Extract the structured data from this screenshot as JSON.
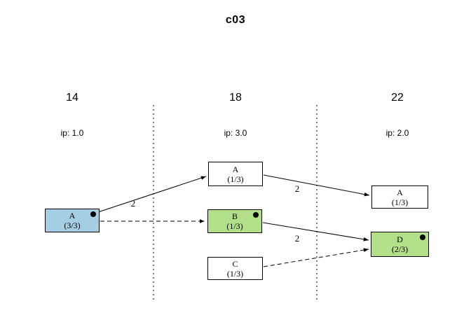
{
  "title": "c03",
  "columns": [
    {
      "time": "14",
      "ip": "ip: 1.0"
    },
    {
      "time": "18",
      "ip": "ip: 3.0"
    },
    {
      "time": "22",
      "ip": "ip: 2.0"
    }
  ],
  "nodes": [
    {
      "id": "t14-A",
      "label": "A",
      "fraction": "(3/3)",
      "color": "#a6cee3",
      "has_dot": true
    },
    {
      "id": "t18-A",
      "label": "A",
      "fraction": "(1/3)",
      "color": "#ffffff",
      "has_dot": false
    },
    {
      "id": "t18-B",
      "label": "B",
      "fraction": "(1/3)",
      "color": "#b2df8a",
      "has_dot": true
    },
    {
      "id": "t18-C",
      "label": "C",
      "fraction": "(1/3)",
      "color": "#ffffff",
      "has_dot": false
    },
    {
      "id": "t22-A",
      "label": "A",
      "fraction": "(1/3)",
      "color": "#ffffff",
      "has_dot": false
    },
    {
      "id": "t22-D",
      "label": "D",
      "fraction": "(2/3)",
      "color": "#b2df8a",
      "has_dot": true
    }
  ],
  "edges": [
    {
      "from": "t14-A",
      "to": "t18-A",
      "style": "solid",
      "label": "2"
    },
    {
      "from": "t14-A",
      "to": "t18-B",
      "style": "dashed",
      "label": ""
    },
    {
      "from": "t18-A",
      "to": "t22-A",
      "style": "solid",
      "label": "2"
    },
    {
      "from": "t18-B",
      "to": "t22-D",
      "style": "solid",
      "label": "2"
    },
    {
      "from": "t18-C",
      "to": "t22-D",
      "style": "dashed",
      "label": ""
    }
  ],
  "colors": {
    "node_blue": "#a6cee3",
    "node_green": "#b2df8a",
    "node_white": "#ffffff",
    "line": "#000000",
    "text": "#000000",
    "background": "#ffffff"
  }
}
